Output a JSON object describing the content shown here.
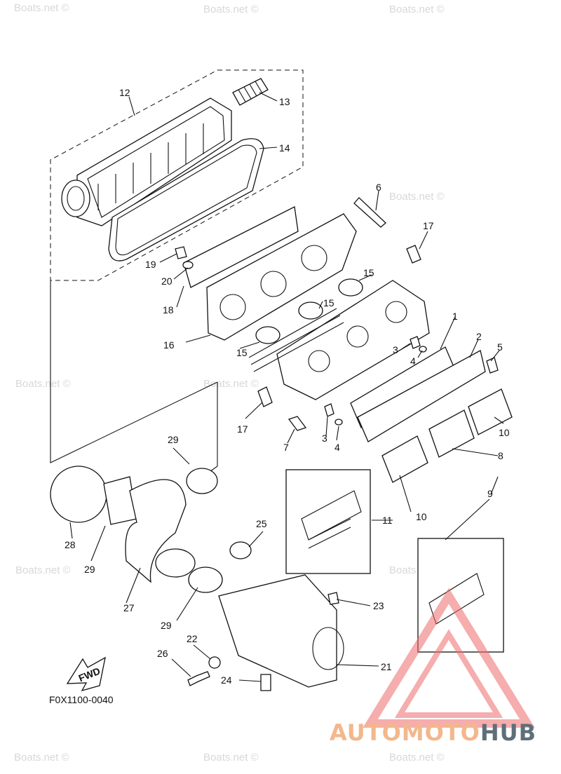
{
  "diagram_code": "F0X1100-0040",
  "fwd_label": "FWD",
  "watermark_text": "Boats.net ©",
  "brand": {
    "part1": "AUTOMOTO",
    "part2": "HUB",
    "color1": "#f3b78c",
    "color2": "#5f6f7a",
    "logo_color": "#ee6b6b"
  },
  "callouts": {
    "c1": "1",
    "c2": "2",
    "c3a": "3",
    "c3b": "3",
    "c4a": "4",
    "c4b": "4",
    "c5": "5",
    "c6": "6",
    "c7": "7",
    "c8": "8",
    "c9": "9",
    "c10a": "10",
    "c10b": "10",
    "c11": "11",
    "c12": "12",
    "c13": "13",
    "c14": "14",
    "c15a": "15",
    "c15b": "15",
    "c15c": "15",
    "c16": "16",
    "c17a": "17",
    "c17b": "17",
    "c18": "18",
    "c19": "19",
    "c20": "20",
    "c21": "21",
    "c22": "22",
    "c23": "23",
    "c24": "24",
    "c25": "25",
    "c26": "26",
    "c27": "27",
    "c28": "28",
    "c29a": "29",
    "c29b": "29",
    "c29c": "29"
  }
}
